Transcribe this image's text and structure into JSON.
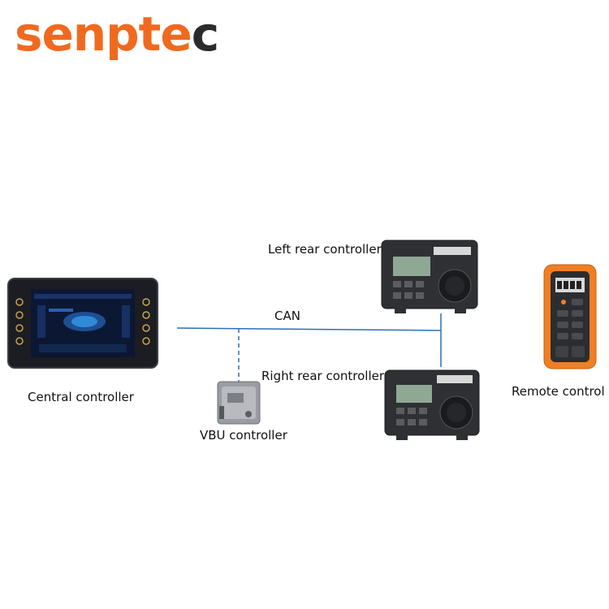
{
  "logo": {
    "text_orange": "senpte",
    "text_dark": "c",
    "brand_color": "#ef6a1f"
  },
  "diagram": {
    "bus_label": "CAN",
    "nodes": [
      {
        "id": "central",
        "label": "Central controller",
        "icon": "display-screen-icon"
      },
      {
        "id": "vbu",
        "label": "VBU controller",
        "icon": "vbu-module-icon"
      },
      {
        "id": "left-rear",
        "label": "Left rear controller",
        "icon": "keypad-controller-icon"
      },
      {
        "id": "right-rear",
        "label": "Right rear controller",
        "icon": "keypad-controller-icon"
      },
      {
        "id": "remote",
        "label": "Remote control",
        "icon": "remote-control-icon"
      }
    ],
    "line_color": "#2d6fb5"
  }
}
